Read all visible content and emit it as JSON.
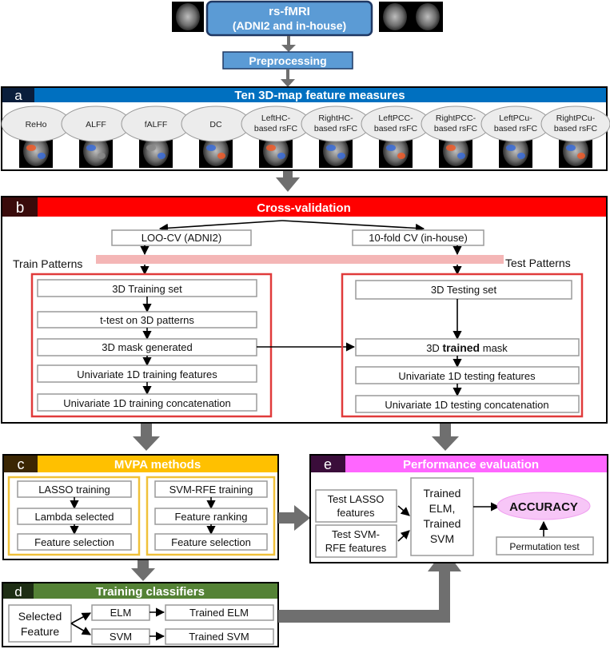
{
  "top": {
    "title_line1": "rs-fMRI",
    "title_line2": "(ADNI2 and in-house)",
    "preprocessing": "Preprocessing"
  },
  "panel_a": {
    "letter": "a",
    "title": "Ten 3D-map feature measures",
    "measures": [
      {
        "l1": "ReHo",
        "l2": ""
      },
      {
        "l1": "ALFF",
        "l2": ""
      },
      {
        "l1": "fALFF",
        "l2": ""
      },
      {
        "l1": "DC",
        "l2": ""
      },
      {
        "l1": "LeftHC-",
        "l2": "based rsFC"
      },
      {
        "l1": "RightHC-",
        "l2": "based rsFC"
      },
      {
        "l1": "LeftPCC-",
        "l2": "based rsFC"
      },
      {
        "l1": "RightPCC-",
        "l2": "based rsFC"
      },
      {
        "l1": "LeftPCu-",
        "l2": "based rsFC"
      },
      {
        "l1": "RightPCu-",
        "l2": "based rsFC"
      }
    ]
  },
  "panel_b": {
    "letter": "b",
    "title": "Cross-validation",
    "loo": "LOO-CV (ADNI2)",
    "tenfold": "10-fold CV (in-house)",
    "train_patterns": "Train Patterns",
    "test_patterns": "Test Patterns",
    "train_steps": [
      "3D Training set",
      "t-test on 3D patterns",
      "3D mask generated",
      "Univariate 1D training features",
      "Univariate 1D training concatenation"
    ],
    "test_steps": {
      "set": "3D Testing set",
      "mask_pre": "3D ",
      "mask_bold": "trained",
      "mask_post": " mask",
      "features": "Univariate 1D testing features",
      "concat": "Univariate 1D testing concatenation"
    }
  },
  "panel_c": {
    "letter": "c",
    "title": "MVPA methods",
    "lasso": [
      "LASSO training",
      "Lambda selected",
      "Feature selection"
    ],
    "svm": [
      "SVM-RFE training",
      "Feature ranking",
      "Feature selection"
    ]
  },
  "panel_d": {
    "letter": "d",
    "title": "Training classifiers",
    "selected": [
      "Selected",
      "Feature"
    ],
    "elm": "ELM",
    "svm": "SVM",
    "trained_elm": "Trained ELM",
    "trained_svm": "Trained SVM"
  },
  "panel_e": {
    "letter": "e",
    "title": "Performance evaluation",
    "test_lasso": [
      "Test LASSO",
      "features"
    ],
    "test_svm": [
      "Test SVM-",
      "RFE features"
    ],
    "trained": [
      "Trained",
      "ELM,",
      "Trained",
      "SVM"
    ],
    "accuracy": "ACCURACY",
    "permutation": "Permutation test"
  },
  "colors": {
    "blue": "#0070c0",
    "red": "#ff0000",
    "orange": "#ffc000",
    "green": "#548235",
    "magenta": "#ff66ff",
    "darkred": "#3a0b0b",
    "darkpurple": "#3a0d3a"
  }
}
